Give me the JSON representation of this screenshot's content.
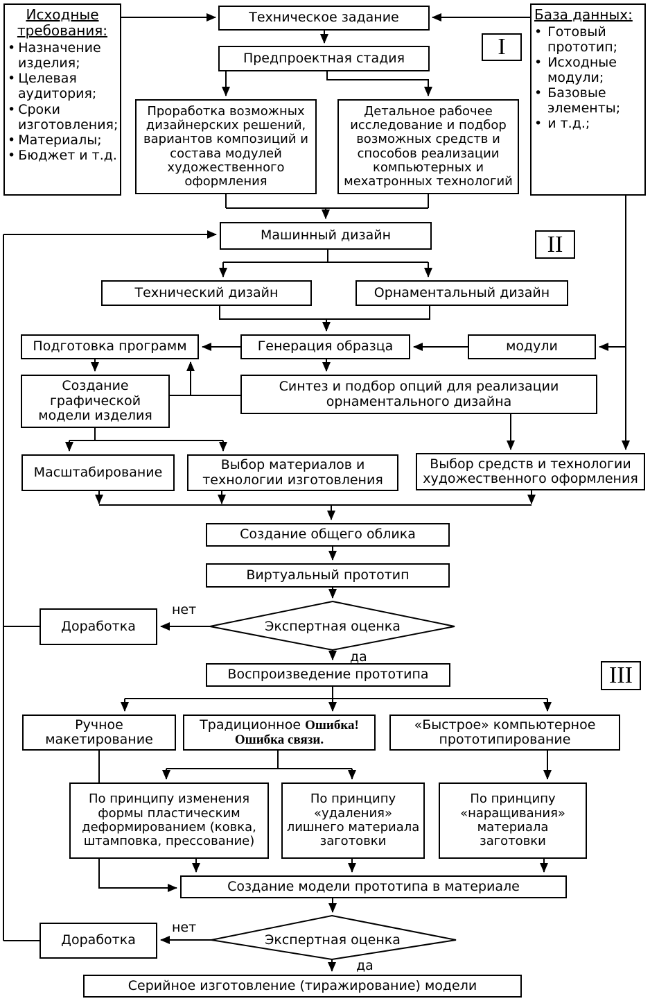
{
  "diagram": {
    "stage_markers": {
      "stage1": "I",
      "stage2": "II",
      "stage3": "III"
    },
    "requirements_panel": {
      "title": "Исходные требования:",
      "items": [
        "Назначение изделия;",
        "Целевая аудитория;",
        "Сроки изготовления;",
        "Материалы;",
        "Бюджет и т.д."
      ]
    },
    "database_panel": {
      "title": "База данных:",
      "items": [
        "Готовый прототип;",
        "Исходные модули;",
        "Базовые элементы;",
        "и т.д.;"
      ]
    },
    "nodes": {
      "tech_task": "Техническое задание",
      "preproject_stage": "Предпроектная стадия",
      "design_elaboration": "Проработка возможных дизайнерских решений, вариантов композиций и состава модулей художественного оформления",
      "detailed_research": "Детальное рабочее исследование и подбор возможных средств и способов реализации компьютерных и мехатронных технологий",
      "machine_design": "Машинный дизайн",
      "technical_design": "Технический дизайн",
      "ornamental_design": "Орнаментальный дизайн",
      "program_preparation": "Подготовка программ",
      "sample_generation": "Генерация образца",
      "modules": "модули",
      "graphic_model": "Создание графической модели изделия",
      "synthesis_options": "Синтез и подбор опций для реализации орнаментального дизайна",
      "scaling": "Масштабирование",
      "materials_selection": "Выбор материалов и технологии изготовления",
      "artistic_means_selection": "Выбор средств и технологии художественного оформления",
      "general_appearance": "Создание общего облика",
      "virtual_prototype": "Виртуальный прототип",
      "expert_review": "Экспертная оценка",
      "rework": "Доработка",
      "prototype_reproduction": "Воспроизведение прототипа",
      "manual_modeling": "Ручное макетирование",
      "traditional_normal": "Традиционное",
      "traditional_error": "Ошибка! Ошибка связи.",
      "rapid_prototyping": "«Быстрое» компьютерное прототипирование",
      "principle_deformation": "По принципу изменения формы пластическим деформированием (ковка, штамповка, прессование)",
      "principle_removal": "По принципу «удаления» лишнего материала заготовки",
      "principle_addition": "По принципу «наращивания» материала заготовки",
      "prototype_model_material": "Создание модели прототипа в материале",
      "serial_production": "Серийное изготовление (тиражирование) модели"
    },
    "branch_labels": {
      "no": "нет",
      "yes": "да"
    }
  }
}
